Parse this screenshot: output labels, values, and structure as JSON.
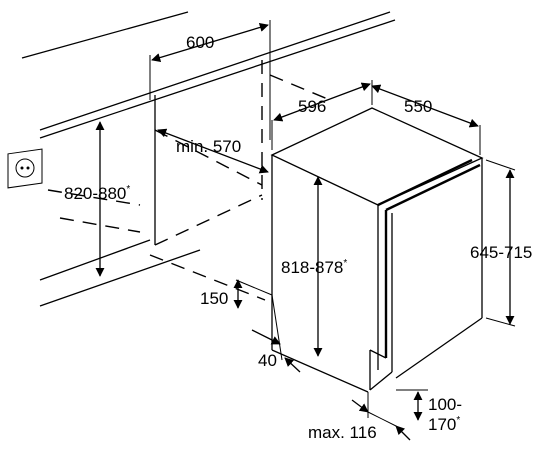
{
  "dimensions": {
    "niche_width": "600",
    "appliance_width": "596",
    "appliance_depth": "550",
    "min_depth": "min. 570",
    "niche_height": "820-880",
    "niche_height_note": "*",
    "appliance_height": "818-878",
    "appliance_height_note": "*",
    "side_height": "645-715",
    "plinth_clearance": "150",
    "plinth_offset": "40",
    "plinth_height_line1": "100-",
    "plinth_height_line2": "170",
    "plinth_height_note": "*",
    "plinth_depth": "max. 116"
  },
  "icons": {
    "socket": "power-socket-icon"
  },
  "colors": {
    "line": "#000000",
    "background": "#ffffff"
  }
}
